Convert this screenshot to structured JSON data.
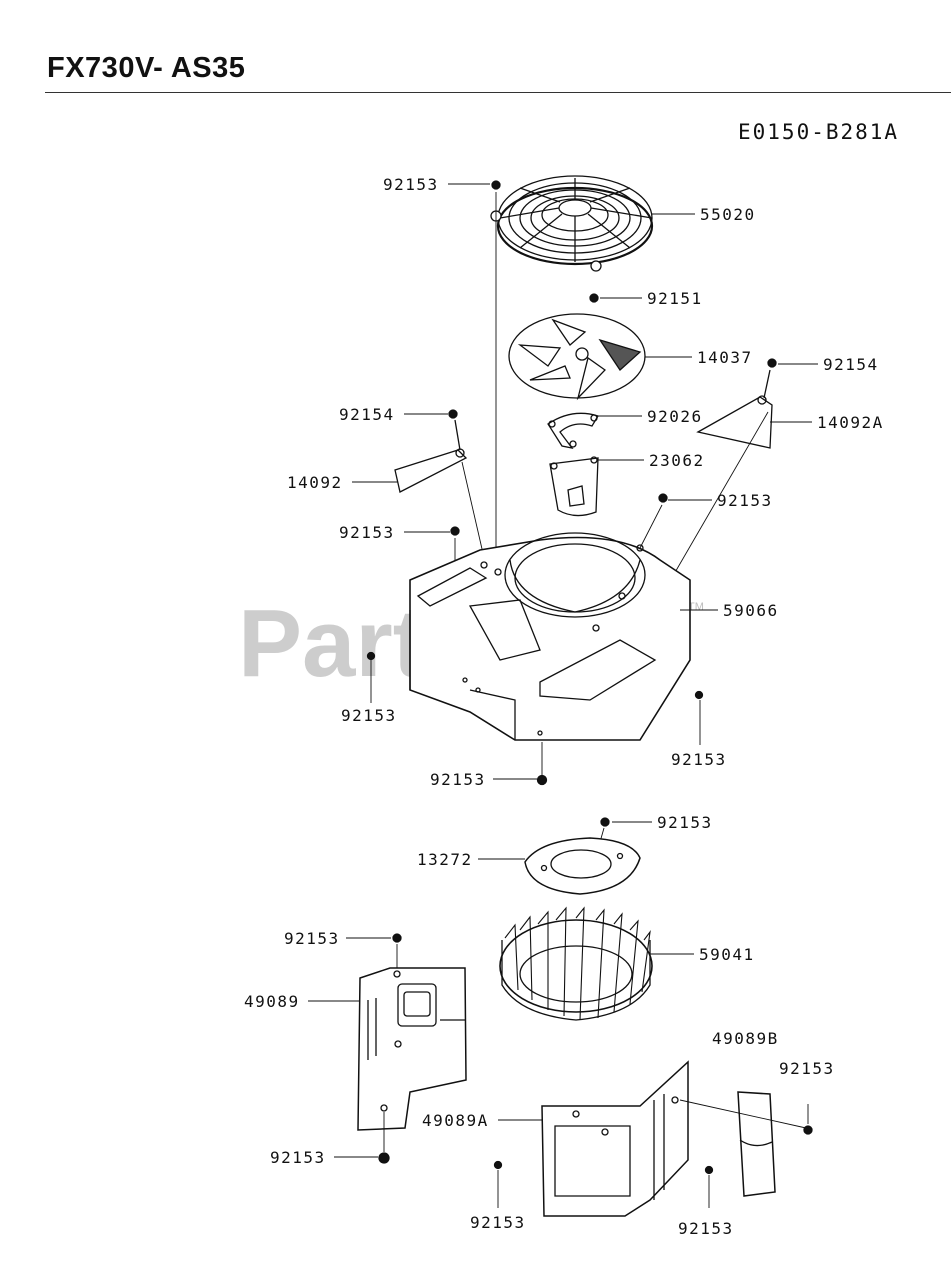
{
  "header": {
    "title": "FX730V- AS35",
    "diagram_code": "E0150-B281A"
  },
  "watermark": {
    "text": "PartsTree",
    "tm": "TM"
  },
  "parts": {
    "p55020": "55020",
    "p92153_top": "92153",
    "p92151": "92151",
    "p14037": "14037",
    "p92154_right": "92154",
    "p14092A": "14092A",
    "p92154_left": "92154",
    "p92026": "92026",
    "p14092": "14092",
    "p23062": "23062",
    "p92153_upper_right": "92153",
    "p92153_left_mid": "92153",
    "p59066": "59066",
    "p92153_left_bolt": "92153",
    "p92153_right_bolt": "92153",
    "p92153_bottom_center": "92153",
    "p92153_plate": "92153",
    "p13272": "13272",
    "p59041": "59041",
    "p92153_cover_top": "92153",
    "p49089": "49089",
    "p92153_cover_bottom": "92153",
    "p49089B": "49089B",
    "p92153_shield_right": "92153",
    "p49089A": "49089A",
    "p92153_shield_left": "92153",
    "p92153_shield_mid": "92153"
  }
}
